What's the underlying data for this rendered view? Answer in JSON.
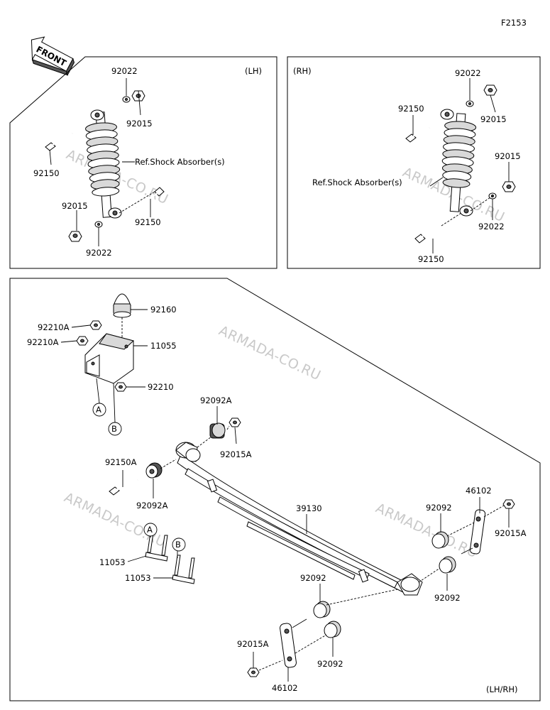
{
  "figure_code": "F2153",
  "front_label": "FRONT",
  "watermark": "ARMADA-CO.RU",
  "panels": {
    "lh": "(LH)",
    "rh": "(RH)",
    "main": "(LH/RH)"
  },
  "refs": {
    "shock": "Ref.Shock Absorber(s)",
    "a": "A",
    "b": "B"
  },
  "labels": {
    "lh_92022_top": "92022",
    "lh_92015_top": "92015",
    "lh_92150_top": "92150",
    "lh_92015_bot": "92015",
    "lh_92150_bot": "92150",
    "lh_92022_bot": "92022",
    "rh_92022_top": "92022",
    "rh_92150_top": "92150",
    "rh_92015_top": "92015",
    "rh_92015_mid": "92015",
    "rh_92022_bot": "92022",
    "rh_92150_bot": "92150",
    "m_92160": "92160",
    "m_92210A_1": "92210A",
    "m_92210A_2": "92210A",
    "m_11055": "11055",
    "m_92210": "92210",
    "m_92092A_top": "92092A",
    "m_92015A_top": "92015A",
    "m_92150A": "92150A",
    "m_92092A_bot": "92092A",
    "m_39130": "39130",
    "m_46102_right": "46102",
    "m_92092_r1": "92092",
    "m_92015A_right": "92015A",
    "m_92092_r2": "92092",
    "m_11053_1": "11053",
    "m_11053_2": "11053",
    "m_92092_c1": "92092",
    "m_92015A_bot": "92015A",
    "m_92092_c2": "92092",
    "m_46102_bot": "46102"
  }
}
